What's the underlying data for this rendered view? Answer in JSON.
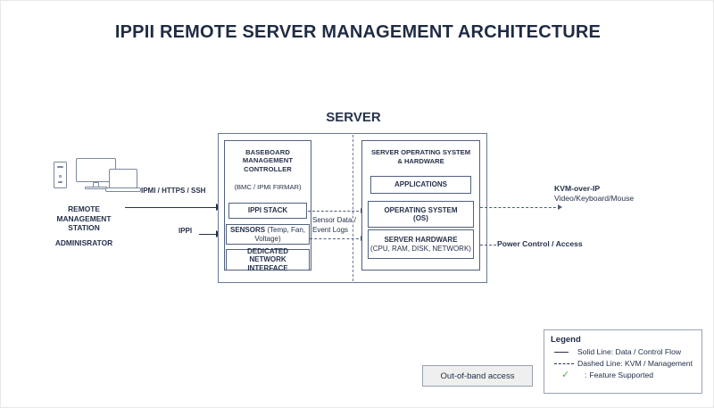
{
  "title": "IPPII REMOTE SERVER MANAGEMENT ARCHITECTURE",
  "server_heading": "SERVER",
  "station": {
    "line1": "REMOTE",
    "line2": "MANAGEMENT",
    "line3": "STATION",
    "admin": "ADMINISRATOR",
    "icons": [
      "tower-pc-icon",
      "desktop-monitor-icon",
      "laptop-icon"
    ]
  },
  "connections": {
    "ipmi_https_ssh": "IPMI / HTTPS / SSH",
    "ippi": "IPPI",
    "sensor_data_line1": "Sensor Data /",
    "sensor_data_line2": "Event Logs"
  },
  "bmc": {
    "title_line1": "BASEBOARD",
    "title_line2": "MANAGEMENT",
    "title_line3": "CONTROLLER",
    "subtitle": "(BMC / IPMI FIRMAR)",
    "ippi_stack": "IPPI STACK",
    "sensors_bold": "SENSORS",
    "sensors_light": " (Temp, Fan, Voltage)",
    "dedicated_network_interface": "DEDICATED NETWORK INTERFACE"
  },
  "os_hardware": {
    "group_title_line1": "SERVER OPERATING SYSTEM",
    "group_title_line2": "& HARDWARE",
    "applications": "APPLICATIONS",
    "operating_system_line1": "OPERATING SYSTEM",
    "operating_system_line2": "(OS)",
    "server_hardware_line1": "SERVER HARDWARE",
    "server_hardware_line2": "(CPU, RAM, DISK, NETWORK)"
  },
  "outputs": {
    "kvm_title": "KVM-over-IP",
    "kvm_sub": "Video/Keyboard/Mouse",
    "power_control": "Power Control / Access"
  },
  "out_of_band": "Out-of-band access",
  "legend": {
    "title": "Legend",
    "solid": "Solid Line: Data / Control Flow",
    "dashed": "Dashed Line: KVM / Management",
    "check": "Feature Supported",
    "check_prefix": ":",
    "check_color": "#4caf50"
  },
  "colors": {
    "background": "#ffffff",
    "title_text": "#1f2b45",
    "box_stroke": "#51617f",
    "outer_stroke": "#6b7a94",
    "icon_stroke": "#7a879d",
    "arrow": "#26314a",
    "dashed": "#4d5c79",
    "oob_fill": "#efefef",
    "check_green": "#4caf50"
  }
}
